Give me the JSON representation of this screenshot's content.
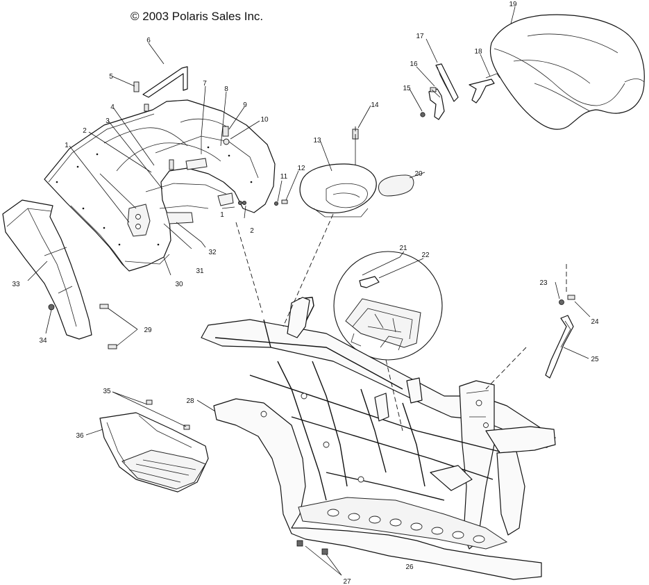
{
  "copyright": "© 2003 Polaris Sales Inc.",
  "callouts": [
    "19",
    "6",
    "17",
    "18",
    "16",
    "5",
    "15",
    "7",
    "8",
    "9",
    "14",
    "4",
    "3",
    "10",
    "2",
    "13",
    "20",
    "1",
    "11",
    "12",
    "1",
    "2",
    "32",
    "31",
    "33",
    "30",
    "21",
    "22",
    "23",
    "24",
    "34",
    "29",
    "25",
    "35",
    "28",
    "36",
    "27",
    "26"
  ]
}
